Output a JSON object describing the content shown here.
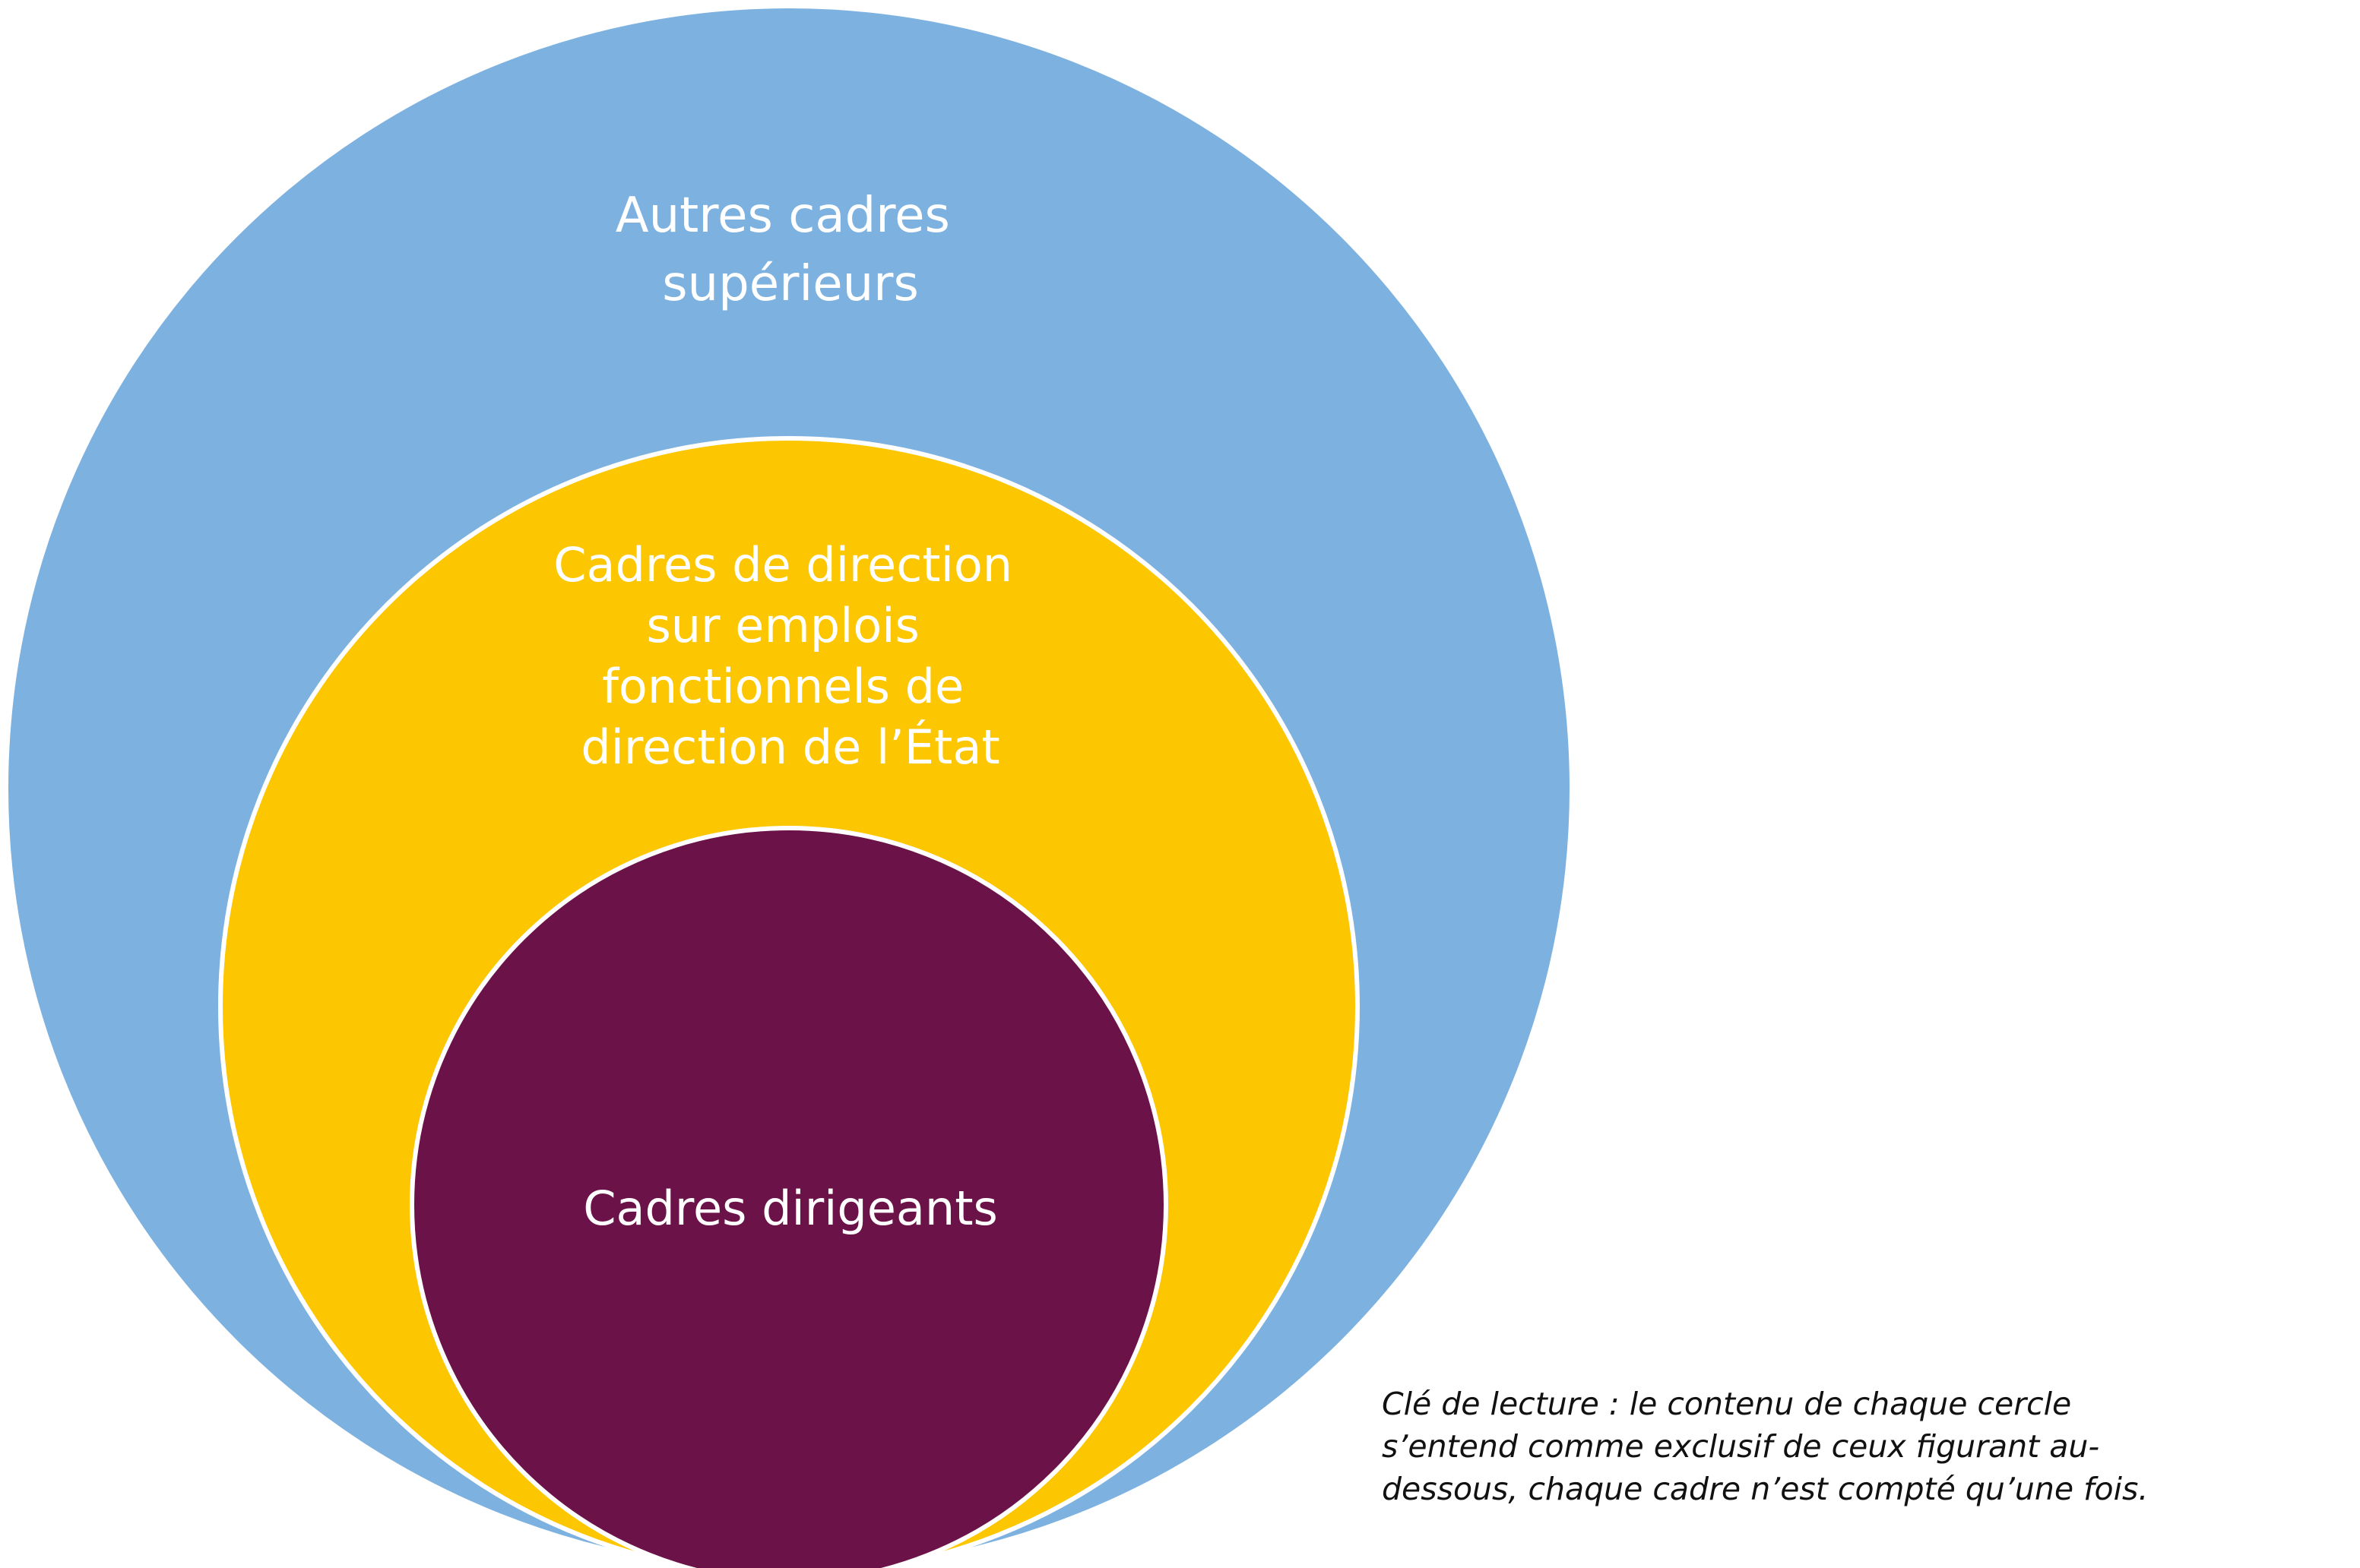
{
  "colors": {
    "outer": "#7DB1E0",
    "middle": "#FCC600",
    "inner": "#6B1348",
    "stroke": "#ffffff"
  },
  "circles": {
    "outer": {
      "label_lines": [
        "Autres cadres",
        "supérieurs"
      ]
    },
    "middle": {
      "label_lines": [
        "Cadres de direction",
        "sur emplois",
        "fonctionnels de",
        "direction de l’État"
      ]
    },
    "inner": {
      "label_lines": [
        "Cadres dirigeants"
      ]
    }
  },
  "note": {
    "lines": [
      "Clé de lecture : le contenu de chaque cercle",
      "s’entend comme exclusif de ceux figurant au-",
      "dessous, chaque cadre n’est compté qu’une fois."
    ]
  }
}
